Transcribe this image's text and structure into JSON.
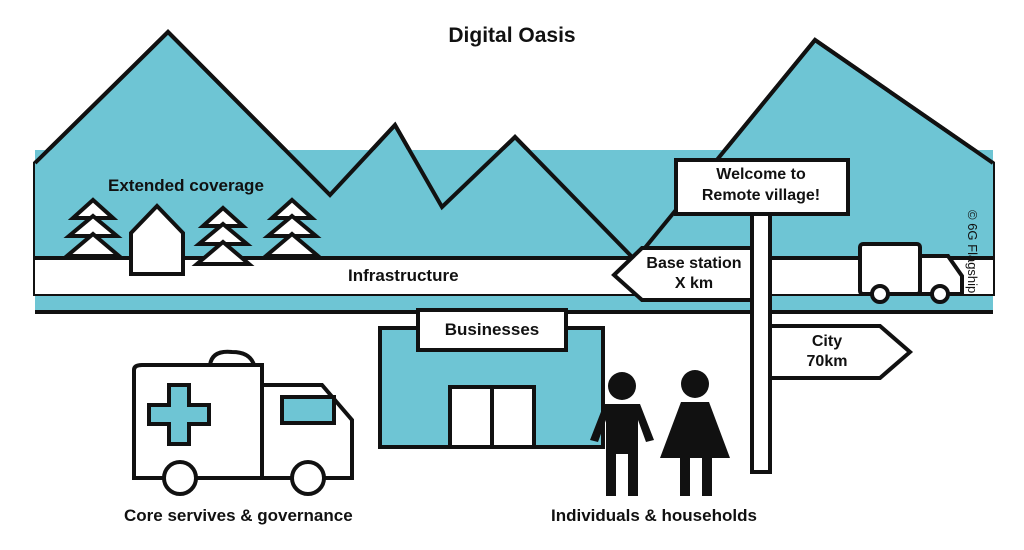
{
  "title": "Digital Oasis",
  "labels": {
    "extended_coverage": "Extended coverage",
    "infrastructure": "Infrastructure",
    "businesses": "Businesses",
    "core_services": "Core servives & governance",
    "individuals": "Individuals & households"
  },
  "signs": {
    "welcome_line1": "Welcome to",
    "welcome_line2": "Remote village!",
    "base_line1": "Base station",
    "base_line2": "X km",
    "city_line1": "City",
    "city_line2": "70km"
  },
  "copyright": "© 6G Flagship",
  "colors": {
    "accent": "#6ec5d4",
    "stroke": "#111111",
    "background": "#ffffff"
  },
  "icons": [
    "tree-icon",
    "house-icon",
    "truck-icon",
    "ambulance-icon",
    "medical-cross-icon",
    "person-icon"
  ]
}
